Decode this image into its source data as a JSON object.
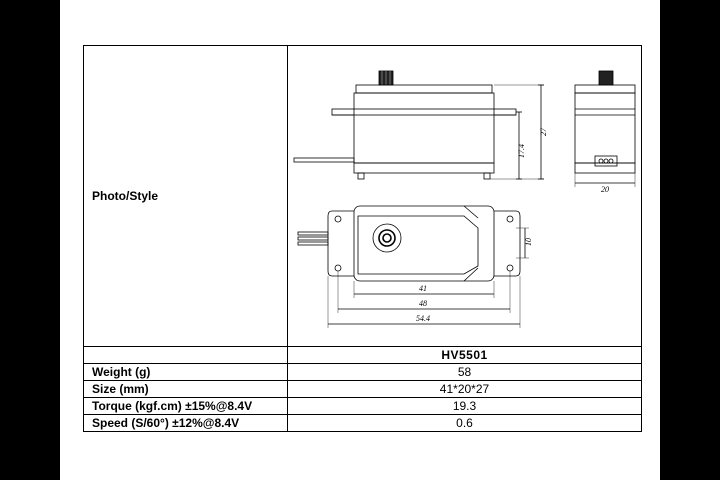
{
  "spec_sheet": {
    "photo_label": "Photo/Style",
    "model": "HV5501",
    "rows": [
      {
        "label": "Weight (g)",
        "value": "58"
      },
      {
        "label": "Size (mm)",
        "value": "41*20*27"
      },
      {
        "label": "Torque (kgf.cm) ±15%@8.4V",
        "value": "19.3"
      },
      {
        "label": "Speed (S/60°) ±12%@8.4V",
        "value": "0.6"
      }
    ]
  },
  "drawing": {
    "dim_height_body": "17.4",
    "dim_height_total": "27",
    "dim_width_side": "20",
    "dim_mount_height": "10",
    "dim_length_body": "41",
    "dim_length_mount": "48",
    "dim_length_total": "54.4"
  }
}
